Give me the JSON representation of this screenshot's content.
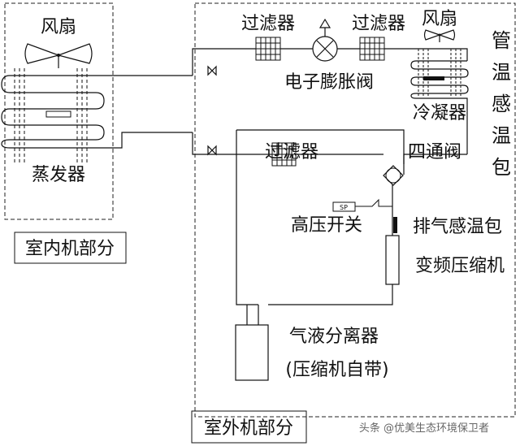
{
  "indoor": {
    "fan_label": "风扇",
    "evaporator_label": "蒸发器",
    "section_label": "室内机部分"
  },
  "outdoor": {
    "filter_left_label": "过滤器",
    "filter_right_label": "过滤器",
    "fan_label": "风扇",
    "expansion_valve_label": "电子膨胀阀",
    "condenser_label": "冷凝器",
    "pipe_sensor_label": [
      "管",
      "温",
      "感",
      "温",
      "包"
    ],
    "filter_lower_label": "过滤器",
    "four_way_valve_label": "四通阀",
    "high_pressure_switch_label": "高压开关",
    "sp_label": "SP",
    "exhaust_sensor_label": "排气感温包",
    "compressor_label": "变频压缩机",
    "separator_label_line1": "气液分离器",
    "separator_label_line2": "(压缩机自带)",
    "section_label": "室外机部分"
  },
  "watermark": "头条 @优美生态环境保卫者"
}
